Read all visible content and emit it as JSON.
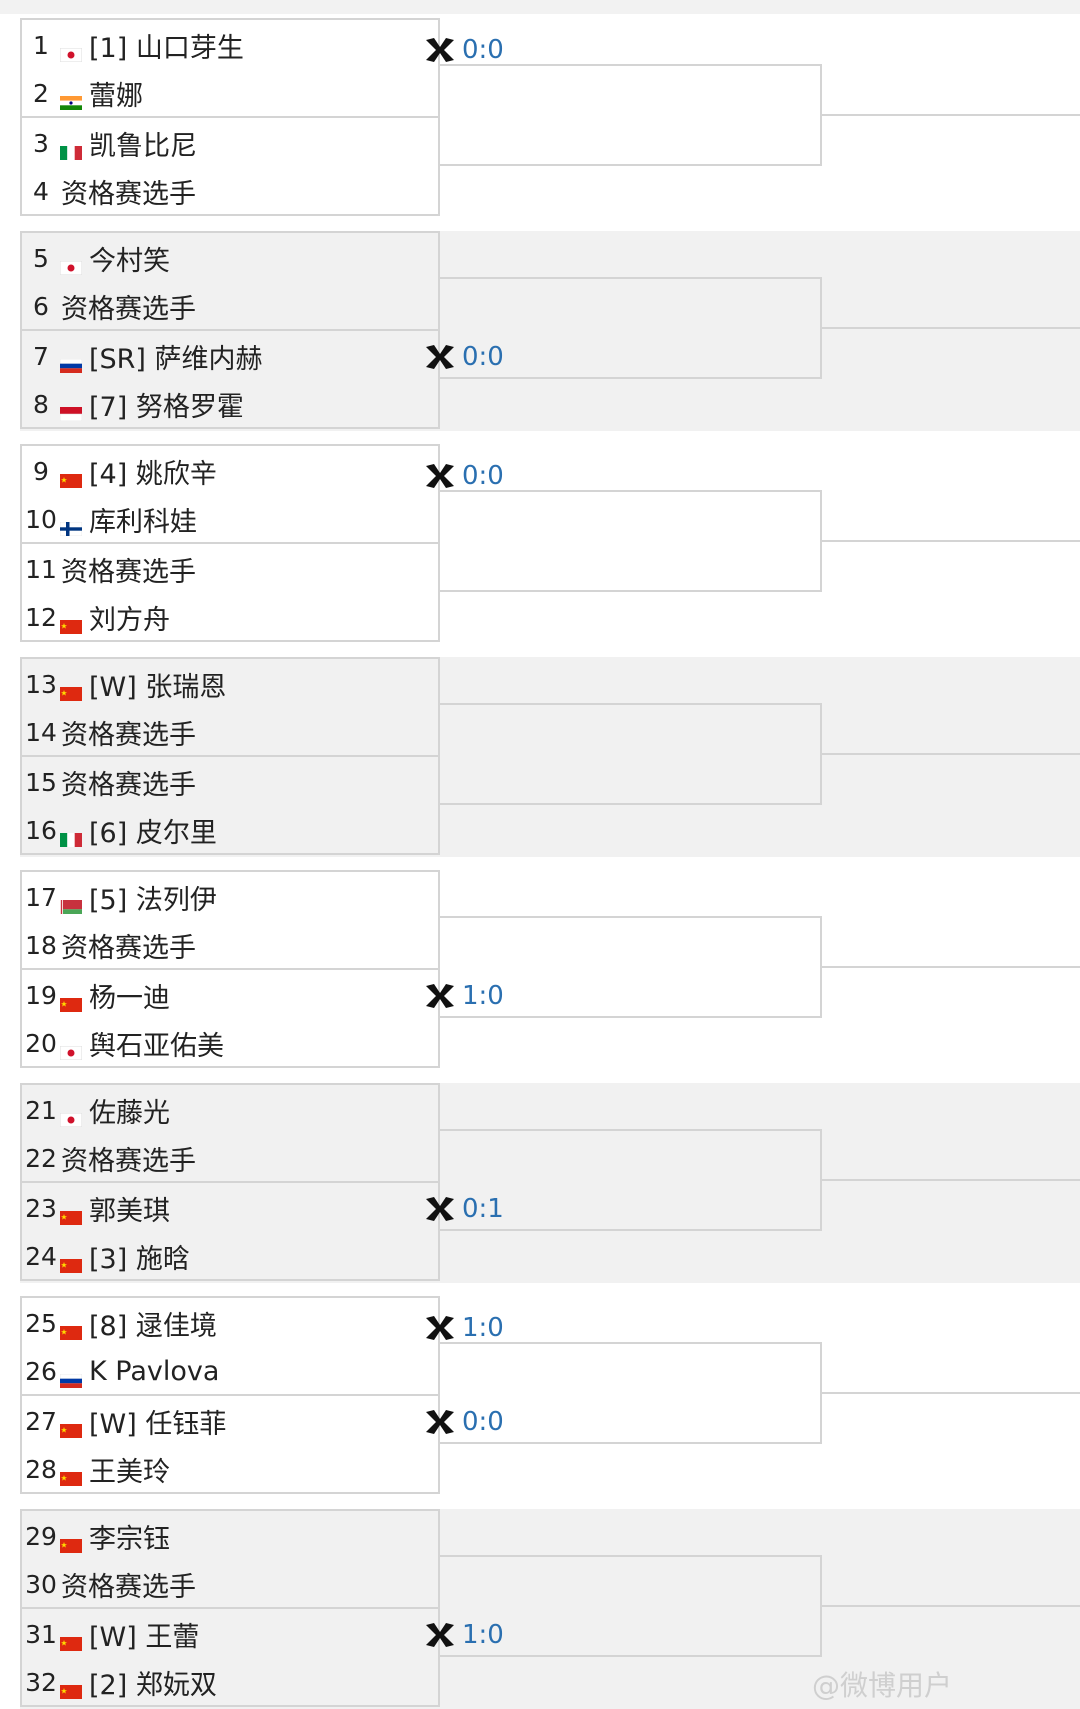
{
  "colors": {
    "score": "#2a6fb0",
    "line": "#d4d4d4",
    "shade": "#f1f1f1"
  },
  "groups": [
    {
      "matches": [
        {
          "players": [
            {
              "no": "1",
              "flag": "jp",
              "name": "[1] 山口芽生"
            },
            {
              "no": "2",
              "flag": "in",
              "name": "蕾娜"
            }
          ]
        },
        {
          "players": [
            {
              "no": "3",
              "flag": "it",
              "name": "凯鲁比尼"
            },
            {
              "no": "4",
              "flag": "",
              "name": "资格赛选手"
            }
          ]
        }
      ]
    },
    {
      "matches": [
        {
          "players": [
            {
              "no": "5",
              "flag": "jp",
              "name": "今村笑"
            },
            {
              "no": "6",
              "flag": "",
              "name": "资格赛选手"
            }
          ]
        },
        {
          "players": [
            {
              "no": "7",
              "flag": "ru",
              "name": "[SR] 萨维内赫"
            },
            {
              "no": "8",
              "flag": "id",
              "name": "[7] 努格罗霍"
            }
          ]
        }
      ]
    },
    {
      "matches": [
        {
          "players": [
            {
              "no": "9",
              "flag": "cn",
              "name": "[4] 姚欣辛"
            },
            {
              "no": "10",
              "flag": "fi",
              "name": "库利科娃"
            }
          ]
        },
        {
          "players": [
            {
              "no": "11",
              "flag": "",
              "name": "资格赛选手"
            },
            {
              "no": "12",
              "flag": "cn",
              "name": "刘方舟"
            }
          ]
        }
      ]
    },
    {
      "matches": [
        {
          "players": [
            {
              "no": "13",
              "flag": "cn",
              "name": "[W] 张瑞恩"
            },
            {
              "no": "14",
              "flag": "",
              "name": "资格赛选手"
            }
          ]
        },
        {
          "players": [
            {
              "no": "15",
              "flag": "",
              "name": "资格赛选手"
            },
            {
              "no": "16",
              "flag": "it",
              "name": "[6] 皮尔里"
            }
          ]
        }
      ]
    },
    {
      "matches": [
        {
          "players": [
            {
              "no": "17",
              "flag": "by",
              "name": "[5] 法列伊"
            },
            {
              "no": "18",
              "flag": "",
              "name": "资格赛选手"
            }
          ]
        },
        {
          "players": [
            {
              "no": "19",
              "flag": "cn",
              "name": "杨一迪"
            },
            {
              "no": "20",
              "flag": "jp",
              "name": "舆石亚佑美"
            }
          ]
        }
      ]
    },
    {
      "matches": [
        {
          "players": [
            {
              "no": "21",
              "flag": "jp",
              "name": "佐藤光"
            },
            {
              "no": "22",
              "flag": "",
              "name": "资格赛选手"
            }
          ]
        },
        {
          "players": [
            {
              "no": "23",
              "flag": "cn",
              "name": "郭美琪"
            },
            {
              "no": "24",
              "flag": "cn",
              "name": "[3] 施晗"
            }
          ]
        }
      ]
    },
    {
      "matches": [
        {
          "players": [
            {
              "no": "25",
              "flag": "cn",
              "name": "[8] 逯佳境"
            },
            {
              "no": "26",
              "flag": "ru",
              "name": "K Pavlova"
            }
          ]
        },
        {
          "players": [
            {
              "no": "27",
              "flag": "cn",
              "name": "[W] 任钰菲"
            },
            {
              "no": "28",
              "flag": "cn",
              "name": "王美玲"
            }
          ]
        }
      ]
    },
    {
      "matches": [
        {
          "players": [
            {
              "no": "29",
              "flag": "cn",
              "name": "李宗钰"
            },
            {
              "no": "30",
              "flag": "",
              "name": "资格赛选手"
            }
          ]
        },
        {
          "players": [
            {
              "no": "31",
              "flag": "cn",
              "name": "[W] 王蕾"
            },
            {
              "no": "32",
              "flag": "cn",
              "name": "[2] 郑妧双"
            }
          ]
        }
      ]
    }
  ],
  "scores": [
    {
      "slot": "g0m0",
      "text": "0:0"
    },
    {
      "slot": "g1m1",
      "text": "0:0"
    },
    {
      "slot": "g2m0",
      "text": "0:0"
    },
    {
      "slot": "g4m1",
      "text": "1:0"
    },
    {
      "slot": "g5m1",
      "text": "0:1"
    },
    {
      "slot": "g6m0",
      "text": "1:0"
    },
    {
      "slot": "g6m1",
      "text": "0:0"
    },
    {
      "slot": "g7m1",
      "text": "1:0"
    }
  ],
  "watermark": "@微博用户"
}
